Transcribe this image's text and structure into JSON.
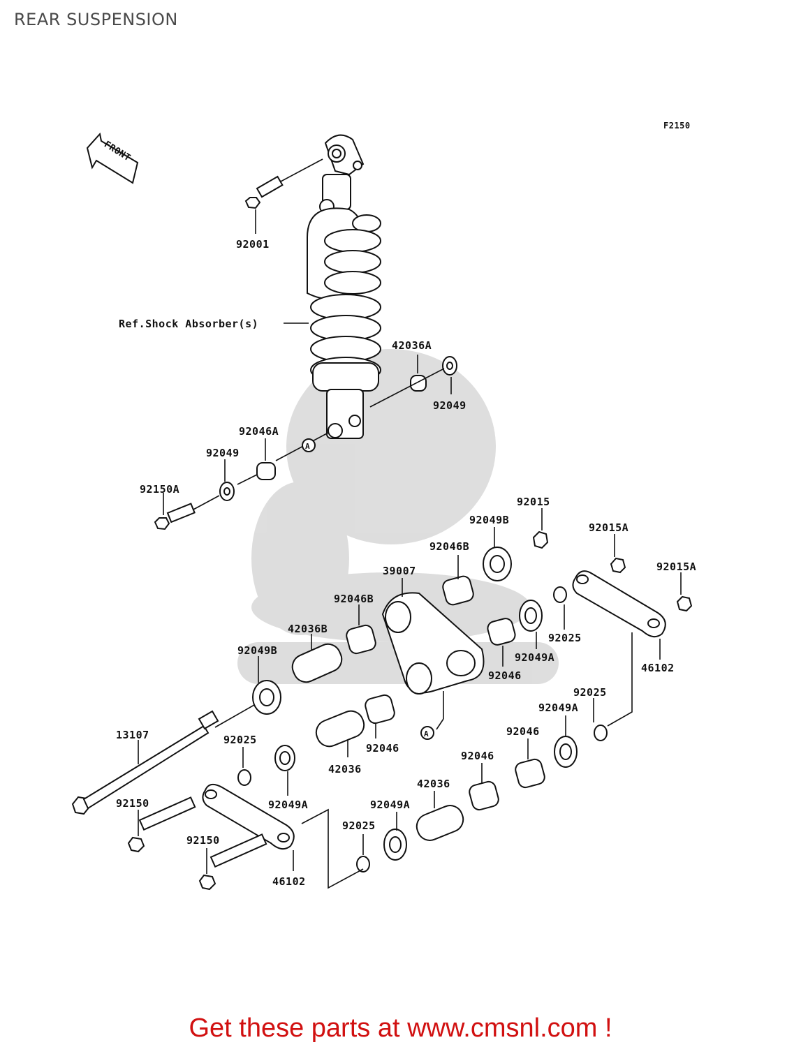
{
  "page": {
    "title": "REAR SUSPENSION",
    "figure_code": "F2150"
  },
  "front_arrow": {
    "label": "FRONT"
  },
  "ref_note": "Ref.Shock Absorber(s)",
  "callouts": {
    "c92001": "92001",
    "c42036A": "42036A",
    "c92049_top": "92049",
    "c92046A": "92046A",
    "c92049_left": "92049",
    "c92150A": "92150A",
    "c92015": "92015",
    "c92049B_top": "92049B",
    "c92015A_1": "92015A",
    "c92046B_1": "92046B",
    "c92015A_2": "92015A",
    "c39007": "39007",
    "c92046B_2": "92046B",
    "c92025_a": "92025",
    "c42036B": "42036B",
    "c92049A_a": "92049A",
    "c92049B_left": "92049B",
    "c92046_a": "92046",
    "c46102_right": "46102",
    "c92025_b": "92025",
    "c92049A_b": "92049A",
    "c13107": "13107",
    "c92025_c": "92025",
    "c92046_b": "92046",
    "c92046_c": "92046",
    "c42036_a": "42036",
    "c92046_d": "92046",
    "c42036_b": "42036",
    "c92150_a": "92150",
    "c92049A_c": "92049A",
    "c92049A_d": "92049A",
    "c92025_d": "92025",
    "c92150_b": "92150",
    "c46102_bottom": "46102",
    "markerA_1": "A",
    "markerA_2": "A"
  },
  "banner": "Get these parts at www.cmsnl.com !"
}
